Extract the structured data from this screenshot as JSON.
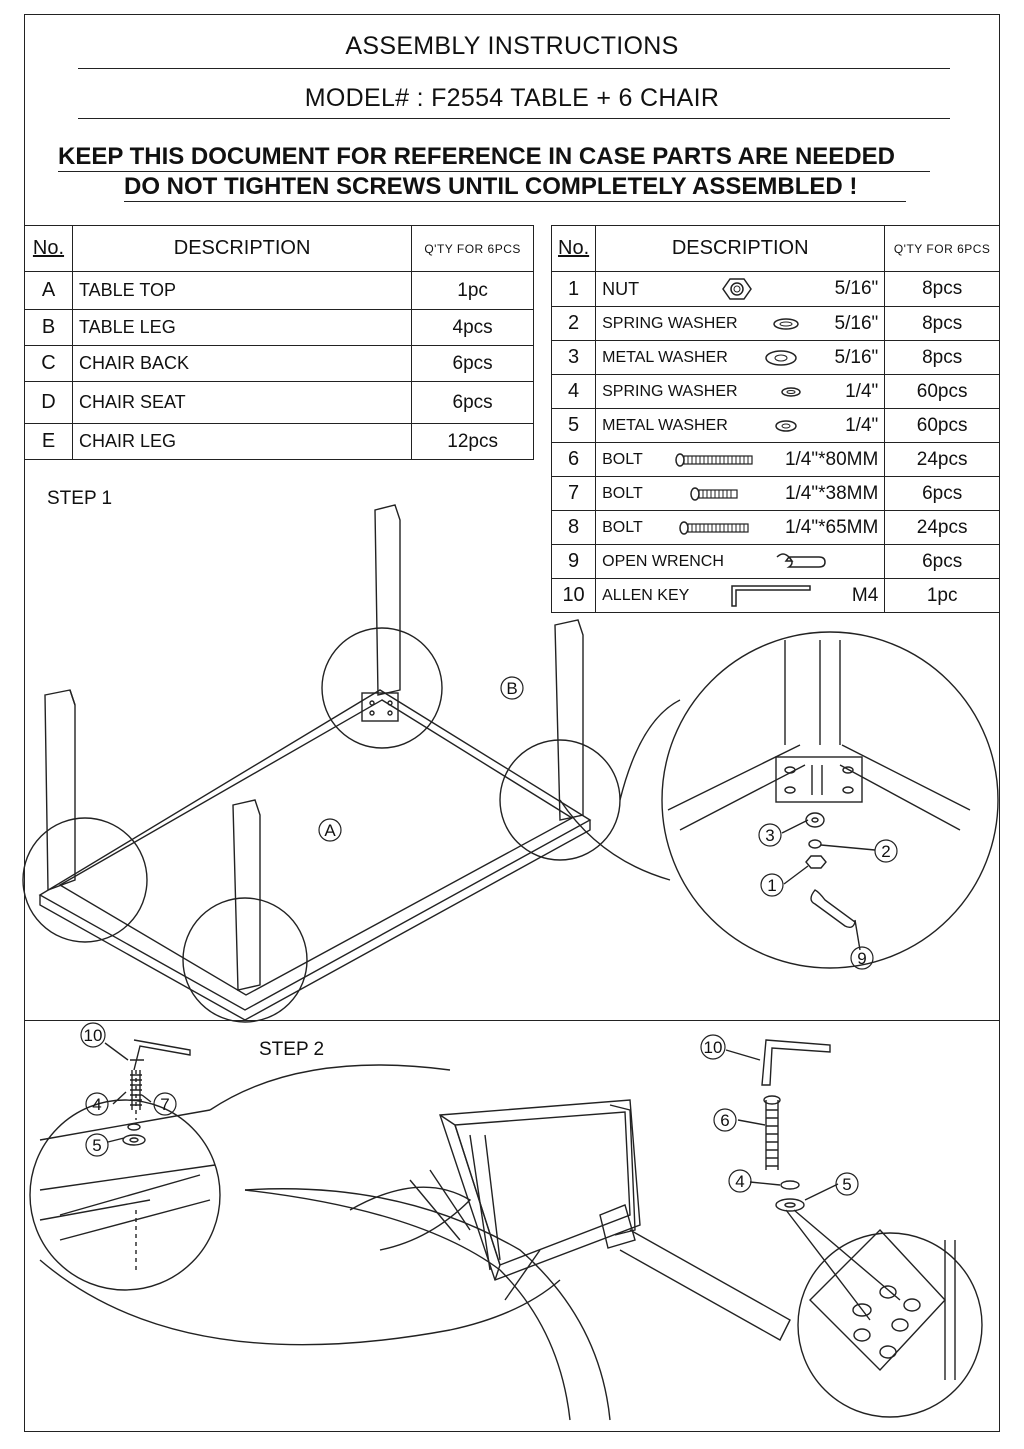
{
  "header": {
    "title": "ASSEMBLY INSTRUCTIONS",
    "model": "MODEL# : F2554 TABLE + 6 CHAIR",
    "warning_1": "KEEP THIS DOCUMENT FOR REFERENCE IN CASE PARTS ARE NEEDED",
    "warning_2": "DO NOT TIGHTEN SCREWS UNTIL COMPLETELY ASSEMBLED !"
  },
  "parts_table": {
    "col_no": "No.",
    "col_desc": "DESCRIPTION",
    "col_qty": "Q'TY FOR 6PCS",
    "rows": [
      {
        "no": "A",
        "desc": "TABLE TOP",
        "qty": "1pc"
      },
      {
        "no": "B",
        "desc": "TABLE LEG",
        "qty": "4pcs"
      },
      {
        "no": "C",
        "desc": "CHAIR BACK",
        "qty": "6pcs"
      },
      {
        "no": "D",
        "desc": "CHAIR SEAT",
        "qty": "6pcs"
      },
      {
        "no": "E",
        "desc": "CHAIR LEG",
        "qty": "12pcs"
      }
    ]
  },
  "hardware_table": {
    "col_no": "No.",
    "col_desc": "DESCRIPTION",
    "col_qty": "Q'TY FOR 6PCS",
    "rows": [
      {
        "no": "1",
        "desc": "NUT",
        "spec": "5/16\"",
        "qty": "8pcs",
        "icon": "nut-icon"
      },
      {
        "no": "2",
        "desc": "SPRING WASHER",
        "spec": "5/16\"",
        "qty": "8pcs",
        "icon": "spring-washer-icon"
      },
      {
        "no": "3",
        "desc": "METAL WASHER",
        "spec": "5/16\"",
        "qty": "8pcs",
        "icon": "metal-washer-icon"
      },
      {
        "no": "4",
        "desc": "SPRING WASHER",
        "spec": "1/4\"",
        "qty": "60pcs",
        "icon": "spring-washer-icon"
      },
      {
        "no": "5",
        "desc": "METAL WASHER",
        "spec": "1/4\"",
        "qty": "60pcs",
        "icon": "metal-washer-icon"
      },
      {
        "no": "6",
        "desc": "BOLT",
        "spec": "1/4\"*80MM",
        "qty": "24pcs",
        "icon": "bolt-icon"
      },
      {
        "no": "7",
        "desc": "BOLT",
        "spec": "1/4\"*38MM",
        "qty": "6pcs",
        "icon": "bolt-icon"
      },
      {
        "no": "8",
        "desc": "BOLT",
        "spec": "1/4\"*65MM",
        "qty": "24pcs",
        "icon": "bolt-icon"
      },
      {
        "no": "9",
        "desc": "OPEN WRENCH",
        "spec": "",
        "qty": "6pcs",
        "icon": "wrench-icon"
      },
      {
        "no": "10",
        "desc": "ALLEN KEY",
        "spec": "M4",
        "qty": "1pc",
        "icon": "allen-key-icon"
      }
    ]
  },
  "step1": {
    "label": "STEP 1",
    "callouts": {
      "a": "A",
      "b": "B",
      "c1": "1",
      "c2": "2",
      "c3": "3",
      "c9": "9"
    }
  },
  "step2": {
    "label": "STEP 2",
    "callouts": {
      "c10a": "10",
      "c4a": "4",
      "c7": "7",
      "c5a": "5",
      "c10b": "10",
      "c6": "6",
      "c4b": "4",
      "c5b": "5"
    }
  }
}
